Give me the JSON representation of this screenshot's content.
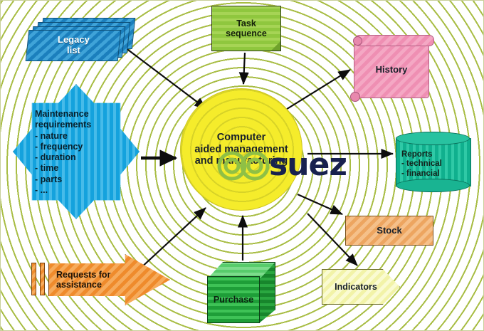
{
  "diagram": {
    "title": "Computer aided management and manufacturing",
    "background_pattern": "concentric-rings",
    "background_color": "#a8bd44",
    "center": {
      "label": "Computer aided management and manufacturing",
      "shape": "circle",
      "color": "#f5ec2b"
    },
    "nodes": [
      {
        "id": "legacy-list",
        "label": "Legacy list",
        "shape": "stacked-documents",
        "color": "#1b7fbd",
        "position": "top-left"
      },
      {
        "id": "task-sequence",
        "label": "Task sequence",
        "shape": "note-folded-corner",
        "color": "#8fc73e",
        "position": "top-center"
      },
      {
        "id": "history",
        "label": "History",
        "shape": "scroll",
        "color": "#ef8fb3",
        "position": "top-right"
      },
      {
        "id": "reports",
        "label": "Reports - technical - financial",
        "shape": "cylinder",
        "color": "#10b08e",
        "position": "right"
      },
      {
        "id": "stock",
        "label": "Stock",
        "shape": "rectangle",
        "color": "#eda560",
        "position": "bottom-right"
      },
      {
        "id": "indicators",
        "label": "Indicators",
        "shape": "pentagon-arrow",
        "color": "#f2f3a8",
        "position": "bottom-right"
      },
      {
        "id": "purchase",
        "label": "Purchase",
        "shape": "cube",
        "color": "#1e9e38",
        "position": "bottom-center"
      },
      {
        "id": "requests-for-assistance",
        "label": "Requests for assistance",
        "shape": "block-arrow",
        "color": "#ef8b2c",
        "position": "bottom-left"
      },
      {
        "id": "maintenance-requirements",
        "label": "Maintenance requirements",
        "shape": "8-point-star",
        "color": "#14a2dd",
        "position": "left"
      }
    ],
    "legacy_list": {
      "line1": "Legacy",
      "line2": "list"
    },
    "task_sequence": {
      "line1": "Task",
      "line2": "sequence"
    },
    "history": {
      "label": "History"
    },
    "reports": {
      "title": "Reports",
      "item1": "- technical",
      "item2": "- financial"
    },
    "stock": {
      "label": "Stock"
    },
    "indicators": {
      "label": "Indicators"
    },
    "purchase": {
      "label": "Purchase"
    },
    "requests": {
      "line1": "Requests for",
      "line2": "assistance"
    },
    "maintenance": {
      "title1": "Maintenance",
      "title2": "requirements",
      "item1": "- nature",
      "item2": "- frequency",
      "item3": "- duration",
      "item4": "- time",
      "item5": "- parts",
      "item6": "- ..."
    },
    "center_text": {
      "line1": "Computer",
      "line2": "aided management",
      "line3": "and manufacturing"
    },
    "watermark": {
      "brand": "suez",
      "brand_color": "#18214e",
      "mark_color": "#8fc045"
    }
  }
}
